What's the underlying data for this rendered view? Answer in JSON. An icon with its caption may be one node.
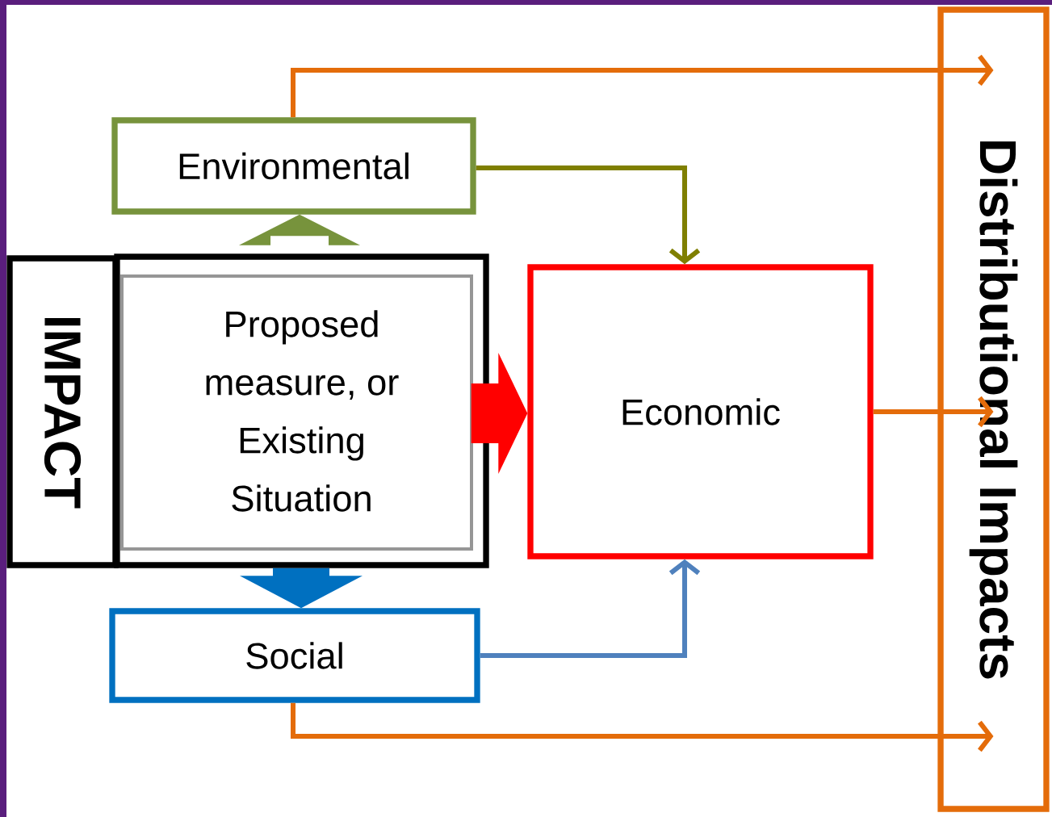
{
  "diagram": {
    "nodes": [
      {
        "text": [
          "IMPACT"
        ]
      },
      {
        "text": [
          "Proposed measure, or Existing Situation"
        ]
      },
      {
        "text": [
          "Environmental"
        ]
      },
      {
        "text": [
          "Economic"
        ]
      },
      {
        "text": [
          "Social"
        ]
      },
      {
        "text": [
          "Distributional Impacts"
        ]
      }
    ],
    "edges": [
      {
        "from": 1,
        "to": 2,
        "arrow": "to",
        "style": "thick",
        "color": "#77933c"
      },
      {
        "from": 1,
        "to": 3,
        "arrow": "to",
        "style": "thick",
        "color": "#ff0000"
      },
      {
        "from": 1,
        "to": 4,
        "arrow": "to",
        "style": "thick",
        "color": "#0070c0"
      },
      {
        "from": 2,
        "to": 3,
        "arrow": "to",
        "color": "#7f7f00"
      },
      {
        "from": 4,
        "to": 3,
        "arrow": "to",
        "color": "#4f81bd"
      },
      {
        "from": 2,
        "to": 5,
        "arrow": "to",
        "color": "#e46c0a"
      },
      {
        "from": 3,
        "to": 5,
        "arrow": "to",
        "color": "#e46c0a"
      },
      {
        "from": 4,
        "to": 5,
        "arrow": "to",
        "color": "#e46c0a"
      }
    ]
  }
}
